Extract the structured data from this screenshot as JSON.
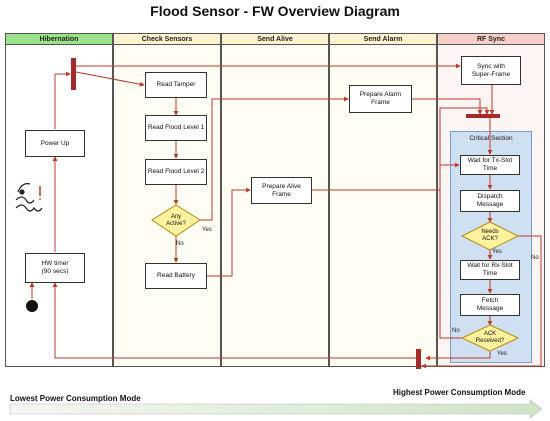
{
  "title": "Flood Sensor - FW Overview Diagram",
  "lanes": {
    "hibernation": "Hibernation",
    "check_sensors": "Check Sensors",
    "send_alive": "Send Alive",
    "send_alarm": "Send Alarm",
    "rf_sync": "RF Sync"
  },
  "nodes": {
    "power_up": "Power Up",
    "hw_timer": "HW timer\n(90 secs)",
    "read_tamper": "Read Tamper",
    "read_flood_1": "Read Flood Level 1",
    "read_flood_2": "Read Flood Level 2",
    "any_active": "Any\nActive?",
    "read_battery": "Read Battery",
    "prepare_alive": "Prepare Alive\nFrame",
    "prepare_alarm": "Prepare Alarm\nFrame",
    "sync_superframe": "Sync with\nSuper-Frame",
    "critical_section": "Critical Section",
    "wait_tx": "Wait for Tx-Slot\nTime",
    "dispatch": "Dispatch\nMessage",
    "needs_ack": "Needs\nACK?",
    "wait_rx": "Wait for Rx-Slot\nTime",
    "fetch": "Fetch\nMessage",
    "ack_received": "ACK\nReceived?"
  },
  "edge_labels": {
    "any_yes": "Yes",
    "any_no": "No",
    "needs_yes": "Yes",
    "needs_no": "No",
    "ack_yes": "Yes",
    "ack_no": "No"
  },
  "footer": {
    "left": "Lowest Power Consumption Mode",
    "right": "Highest Power Consumption Mode"
  },
  "colors": {
    "hibernation": "#9be38a",
    "sensors": "#fdf3cf",
    "rf_sync": "#f6cfc9",
    "arrow": "#c0392b",
    "critical": "#cfe0f3"
  }
}
